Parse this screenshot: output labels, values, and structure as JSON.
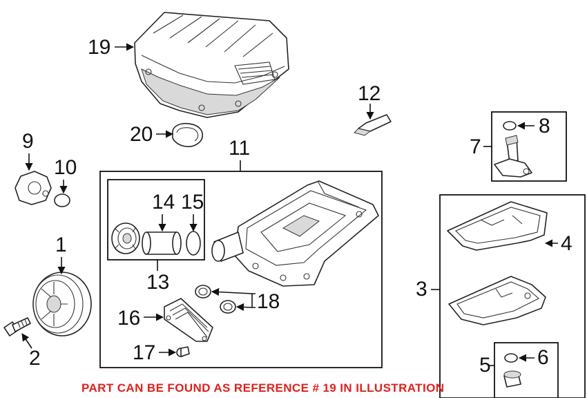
{
  "callouts": {
    "c1": "1",
    "c2": "2",
    "c3": "3",
    "c4": "4",
    "c5": "5",
    "c6": "6",
    "c7": "7",
    "c8": "8",
    "c9": "9",
    "c10": "10",
    "c11": "11",
    "c12": "12",
    "c13": "13",
    "c14": "14",
    "c15": "15",
    "c16": "16",
    "c17": "17",
    "c18": "18",
    "c19": "19",
    "c20": "20"
  },
  "footer_note": "PART CAN BE FOUND AS REFERENCE # 19 IN ILLUSTRATION",
  "colors": {
    "note": "#e0201b",
    "line": "#111111",
    "background": "#ffffff"
  }
}
